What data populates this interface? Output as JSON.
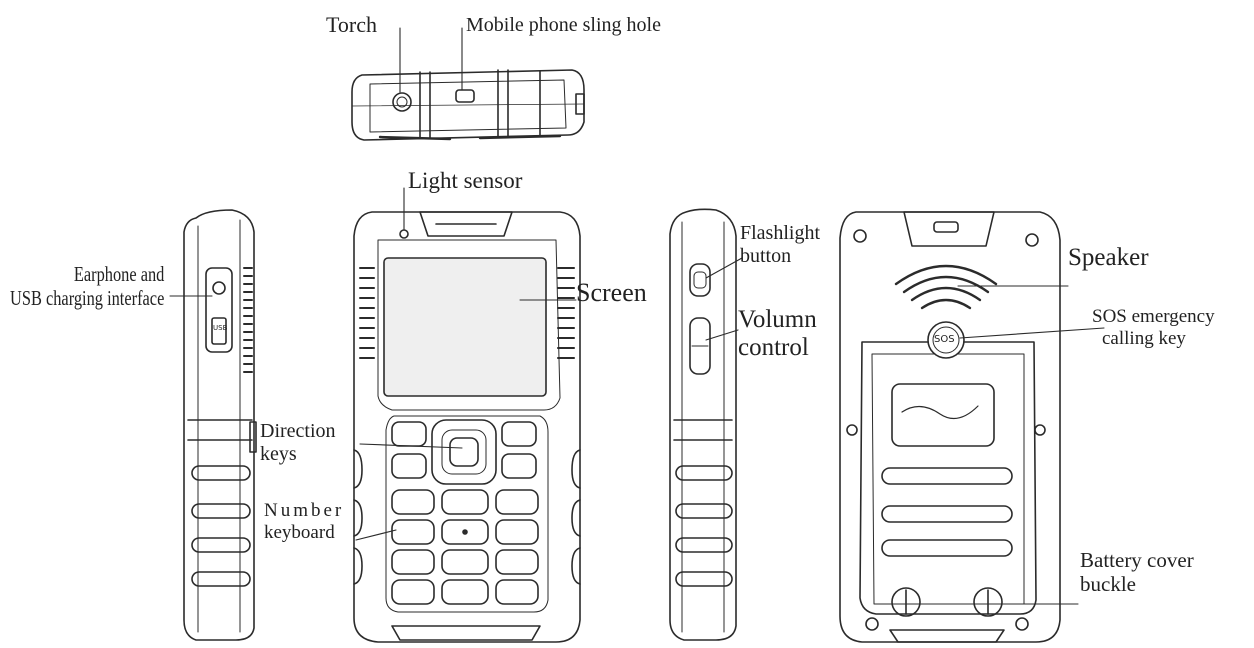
{
  "labels": {
    "torch": "Torch",
    "sling_hole": "Mobile phone sling hole",
    "light_sensor": "Light sensor",
    "earphone_line1": "Earphone and",
    "earphone_line2": "USB charging interface",
    "screen": "Screen",
    "direction_line1": "Direction",
    "direction_line2": "keys",
    "number_line1": "Number",
    "number_line2": "keyboard",
    "flashlight_line1": "Flashlight",
    "flashlight_line2": "button",
    "volume_line1": "Volumn",
    "volume_line2": "control",
    "speaker": "Speaker",
    "sos_line1": "SOS emergency",
    "sos_line2": "calling key",
    "battery_line1": "Battery cover",
    "battery_line2": "buckle"
  },
  "device_marks": {
    "sos_key": "SOS",
    "usb_port": "USB"
  },
  "colors": {
    "line": "#2b2b2b",
    "fill": "#ffffff",
    "screen_fill": "#efefef",
    "text": "#222222"
  }
}
